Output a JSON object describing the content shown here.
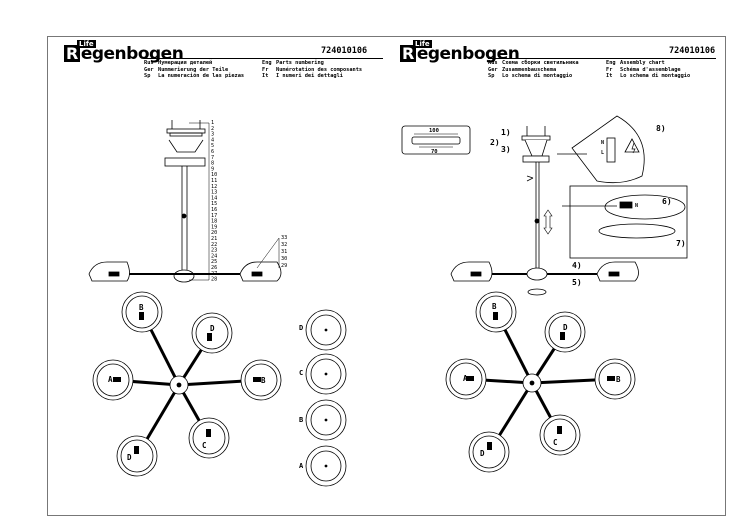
{
  "document": {
    "brand": "egenbogen",
    "brand_initial": "R",
    "brand_sup": "Life",
    "code": "724010106"
  },
  "left_panel": {
    "languages": [
      {
        "code": "Rus",
        "text": "Нумерация деталей",
        "code2": "Eng",
        "text2": "Parts numbering"
      },
      {
        "code": "Ger",
        "text": "Nummerierung der Teile",
        "code2": "Fr",
        "text2": "Numérotation des composants"
      },
      {
        "code": "Sp",
        "text": "La numeración de las piezas",
        "code2": "It",
        "text2": "I numeri dei dettagli"
      }
    ],
    "part_numbers": [
      "1",
      "2",
      "3",
      "4",
      "5",
      "6",
      "7",
      "8",
      "9",
      "10",
      "11",
      "12",
      "13",
      "14",
      "15",
      "16",
      "17",
      "18",
      "19",
      "20",
      "21",
      "22",
      "23",
      "24",
      "25",
      "26",
      "27",
      "28"
    ],
    "part_numbers_right": [
      "33",
      "32",
      "31",
      "30",
      "29"
    ],
    "socket_labels": [
      "B",
      "D",
      "A",
      "B",
      "D",
      "C"
    ],
    "shade_labels": [
      "D",
      "C",
      "B",
      "A"
    ]
  },
  "right_panel": {
    "languages": [
      {
        "code": "Rus",
        "text": "Схема сборки светильника",
        "code2": "Eng",
        "text2": "Assembly chart"
      },
      {
        "code": "Ger",
        "text": "Zusammenbauschema",
        "code2": "Fr",
        "text2": "Schéma d'assemblage"
      },
      {
        "code": "Sp",
        "text": "Lo schema di montaggio",
        "code2": "It",
        "text2": "Lo schema di montaggio"
      }
    ],
    "steps": [
      "1)",
      "2)",
      "3)",
      "4)",
      "5)",
      "6)",
      "7)",
      "8)"
    ],
    "bracket_dims": [
      "100",
      "70"
    ],
    "connector_text": "N",
    "wire_labels": [
      "N",
      "L"
    ],
    "socket_labels": [
      "B",
      "D",
      "A",
      "B",
      "D",
      "C"
    ]
  }
}
